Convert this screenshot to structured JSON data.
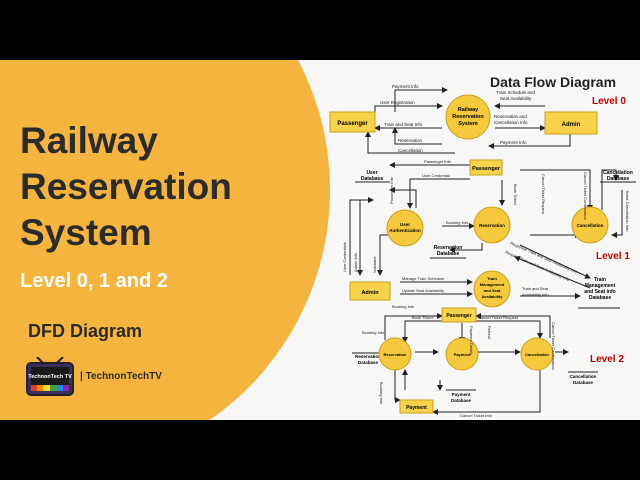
{
  "thumbnail": {
    "title_lines": [
      "Railway",
      "Reservation",
      "System"
    ],
    "subtitle": "Level 0, 1 and 2",
    "dfd_label": "DFD Diagram",
    "brand": "| TechnonTechTV",
    "tv_text": "TechnonTech TV"
  },
  "diagram": {
    "title": "Data Flow Diagram",
    "level0": {
      "label": "Level 0",
      "entities": [
        "Passenger",
        "Admin"
      ],
      "process": [
        "Railway",
        "Reservation",
        "System"
      ],
      "flows": [
        "Payment Info",
        "User Registration",
        "Train and Seat Info",
        "Reservation",
        "Cancellation",
        "Train Schedule and",
        "Seat Availability",
        "Reservation and",
        "Cancellation Info",
        "Payment Info"
      ]
    },
    "level1": {
      "label": "Level 1",
      "entities": [
        "Passenger",
        "Admin"
      ],
      "processes": [
        [
          "User",
          "Authentication"
        ],
        [
          "Reservation"
        ],
        [
          "Cancellation"
        ],
        [
          "Train",
          "Management",
          "and Seat",
          "Availability"
        ]
      ],
      "stores": [
        [
          "User",
          "Database"
        ],
        [
          "Reservation",
          "Database"
        ],
        [
          "Cancellation",
          "Database"
        ],
        [
          "Train",
          "Management",
          "and Seat info",
          "Database"
        ]
      ],
      "flows": [
        "Passenger Info",
        "User Credential",
        "Booking Info",
        "Book Ticket",
        "Cancel Ticket Request",
        "Cancel Ticket Confirmation",
        "Ticket Cancellation Info",
        "Manage Train Schedule",
        "Update Seat Availability",
        "Train and Seat",
        "Availability Info",
        "Response Train and Seat Availability Info",
        "Request Train and Seat Availability Info",
        "User Credentials",
        "Admin Info",
        "Passenger Info",
        "Validated"
      ]
    },
    "level2": {
      "label": "Level 2",
      "entities": [
        "Passenger",
        "Payment"
      ],
      "processes": [
        "Reservation",
        "Payment",
        "Cancellation"
      ],
      "stores": [
        [
          "Reservation",
          "Database"
        ],
        [
          "Payment",
          "Database"
        ],
        [
          "Cancellation",
          "Database"
        ]
      ],
      "flows": [
        "Booking Info",
        "Book Ticket",
        "Cancel Ticket Request",
        "Booking Info",
        "Cancel Ticket Confirmation",
        "Payment Details",
        "Cancel Ticket Info",
        "Booking Info",
        "Refund"
      ]
    }
  },
  "colors": {
    "blob": "#f4b43d",
    "entity": "#f8d24a",
    "process": "#f6c93c",
    "ink": "#2b2b2b",
    "level": "#c00000"
  }
}
